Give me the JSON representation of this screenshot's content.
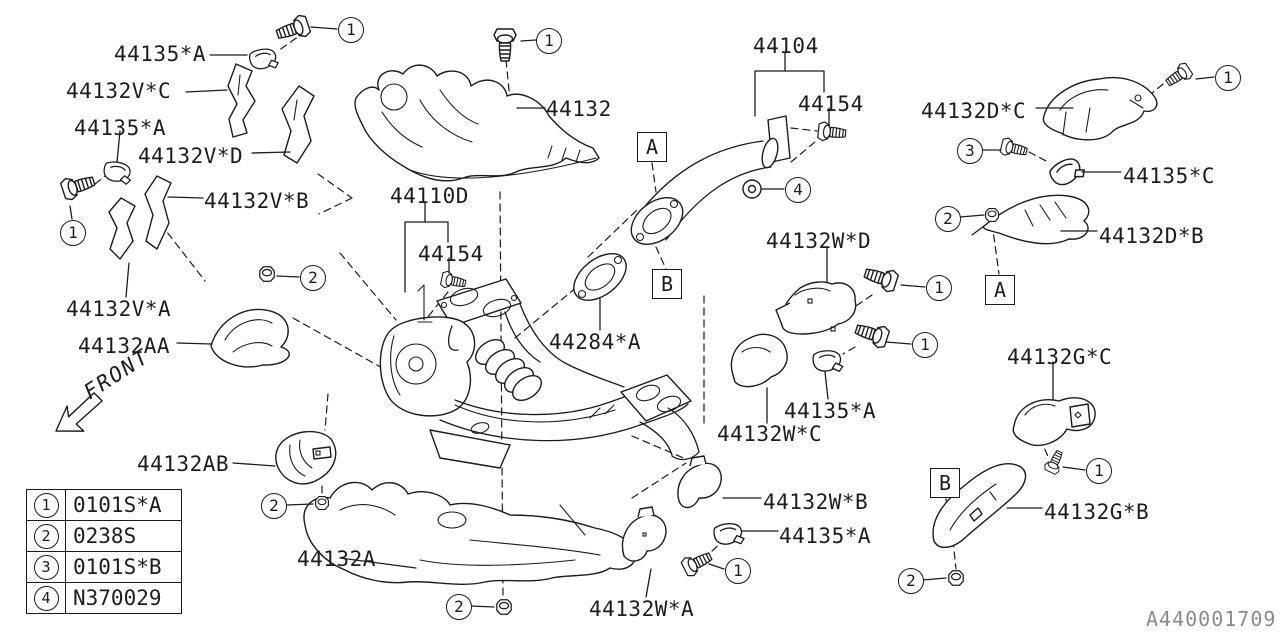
{
  "front_label": "FRONT",
  "diagram_code": "A440001709",
  "part_labels": [
    "44135*A",
    "44132V*C",
    "44135*A",
    "44132V*D",
    "44132V*B",
    "44132V*A",
    "44132AA",
    "44132AB",
    "44132A",
    "44132",
    "44110D",
    "44154",
    "44104",
    "44154",
    "44284*A",
    "44132W*D",
    "44135*A",
    "44132W*C",
    "44132W*B",
    "44135*A",
    "44132W*A",
    "44132D*C",
    "44135*C",
    "44132D*B",
    "44132G*C",
    "44132G*B"
  ],
  "callouts": [
    "1",
    "1",
    "1",
    "3",
    "2",
    "4",
    "1",
    "2",
    "1",
    "1",
    "1",
    "2",
    "1",
    "2",
    "2"
  ],
  "ref_boxes": [
    "A",
    "B",
    "A",
    "B"
  ],
  "legend": {
    "rows": [
      {
        "num": "1",
        "code": "0101S*A"
      },
      {
        "num": "2",
        "code": "0238S"
      },
      {
        "num": "3",
        "code": "0101S*B"
      },
      {
        "num": "4",
        "code": "N370029"
      }
    ]
  },
  "colors": {
    "line": "#1c1c1c",
    "muted": "#8a8a8a",
    "background": "#ffffff"
  }
}
